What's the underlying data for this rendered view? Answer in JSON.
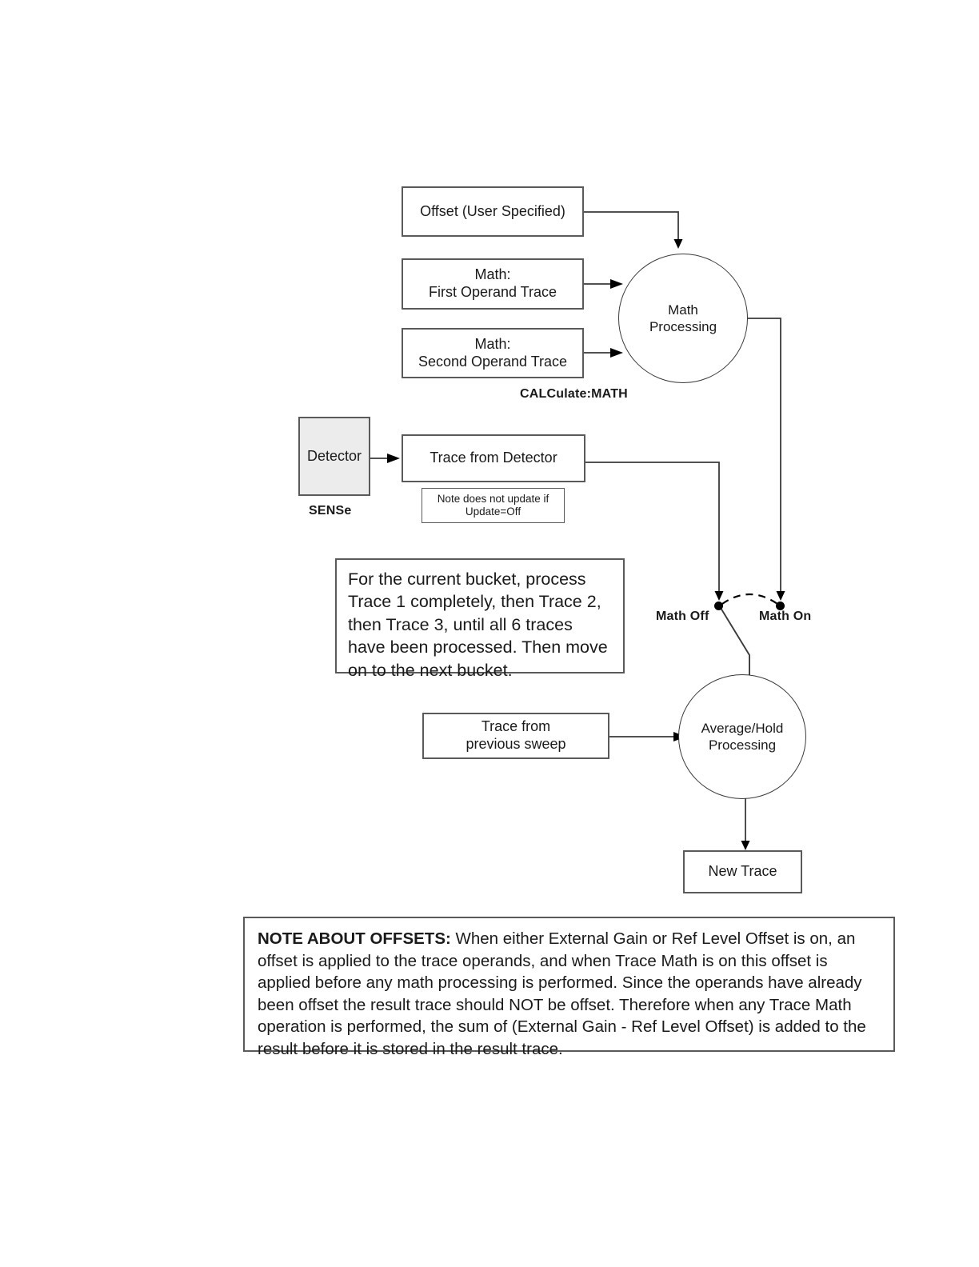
{
  "diagram": {
    "title": "Trace processing flow",
    "nodes": {
      "offset_user": "Offset (User Specified)",
      "math_first_l1": "Math:",
      "math_first_l2": "First Operand Trace",
      "math_second_l1": "Math:",
      "math_second_l2": "Second Operand Trace",
      "math_processing_l1": "Math",
      "math_processing_l2": "Processing",
      "detector": "Detector",
      "trace_from_detector": "Trace from Detector",
      "update_note_l1": "Note does not update if",
      "update_note_l2": "Update=Off",
      "trace_prev_l1": "Trace from",
      "trace_prev_l2": "previous sweep",
      "avg_hold_l1": "Average/Hold",
      "avg_hold_l2": "Processing",
      "new_trace": "New Trace"
    },
    "labels": {
      "calculate_math": "CALCulate:MATH",
      "sense": "SENSe",
      "math_off": "Math Off",
      "math_on": "Math On"
    },
    "bucket_note": "For the current bucket, process Trace 1 completely, then Trace 2, then Trace 3, until all 6 traces have been processed.  Then move on to the next bucket.",
    "offsets_note": {
      "heading": "NOTE ABOUT OFFSETS:",
      "body": "  When either External Gain or Ref Level Offset is on, an offset is applied to the trace operands, and when Trace Math is on this offset is applied before any math processing is performed. Since the operands have already been offset the result trace should NOT be offset.  Therefore when any Trace Math operation is performed, the sum of (External Gain - Ref Level Offset) is added to the result before it is stored in the result trace."
    },
    "colors": {
      "line": "#3a3a3a",
      "box_border": "#5a5a5a",
      "shaded_fill": "#ececec",
      "text": "#1a1a1a"
    }
  }
}
